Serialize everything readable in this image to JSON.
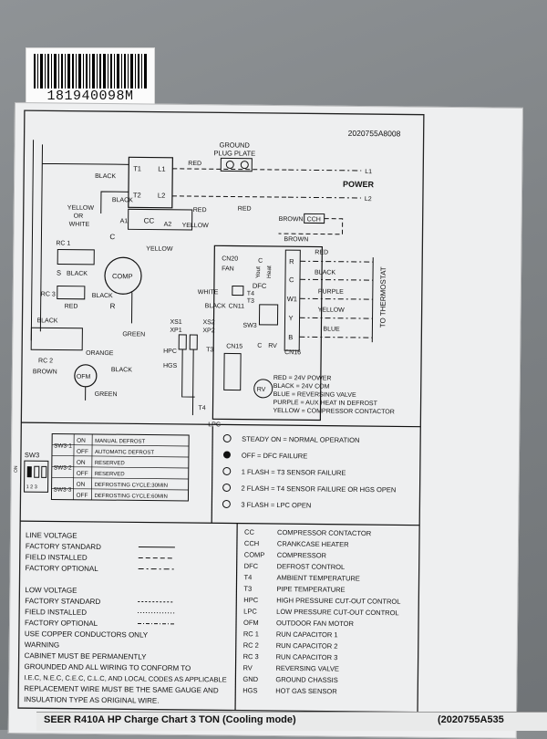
{
  "serial_number": "181940098M",
  "diagram_code": "2020755A8008",
  "ground_plate": [
    "GROUND",
    "PLUG PLATE"
  ],
  "power": {
    "title": "POWER",
    "l1": "L1",
    "l2": "L2"
  },
  "contactor": {
    "t1": "T1",
    "l1": "L1",
    "t2": "T2",
    "l2": "L2",
    "cc": "CC",
    "a1": "A1",
    "a2": "A2"
  },
  "wires": {
    "black": "BLACK",
    "red": "RED",
    "yellow": "YELLOW",
    "brown": "BROWN",
    "orange": "ORANGE",
    "green": "GREEN",
    "white": "WHITE",
    "blue": "BLUE",
    "purple": "PURPLE",
    "yellow_or_white": [
      "YELLOW",
      "OR",
      "WHITE"
    ]
  },
  "components": {
    "cch": "CCH",
    "comp": "COMP",
    "rc1": "RC 1",
    "rc2": "RC 2",
    "rc3": "RC 3",
    "ofm": "OFM",
    "dfc": "DFC",
    "cn20": "CN20",
    "fan": "FAN",
    "cn11": "CN11",
    "cn15": "CN15",
    "cn16": "CN16",
    "sw3": "SW3",
    "t4": "T4",
    "t3": "T3",
    "xs1": "XS1",
    "xp1": "XP1",
    "xs2": "XS2",
    "xp2": "XP2",
    "hpc": "HPC",
    "hgs": "HGS",
    "lpc": "LPC",
    "rv": "RV",
    "c": "C",
    "s": "S",
    "r": "R",
    "yout": "Yout",
    "heat": "Heat",
    "terminal_r": "R",
    "terminal_c": "C",
    "terminal_w1": "W1",
    "terminal_y": "Y",
    "terminal_b": "B",
    "c_rv": [
      "C",
      "RV"
    ]
  },
  "to_thermostat": "TO THERMOSTAT",
  "voltage_notes": [
    "RED = 24V POWER",
    "BLACK = 24V COM",
    "BLUE = REVERSING VALVE",
    "PURPLE = AUX HEAT IN DEFROST",
    "YELLOW = COMPRESSOR CONTACTOR"
  ],
  "switch_table": {
    "title": "SW3",
    "dip_numbers": "1 2 3",
    "on_label": "ON",
    "rows": [
      {
        "switch": "SW3-1",
        "position": "ON",
        "function": "MANUAL DEFROST"
      },
      {
        "switch": "",
        "position": "OFF",
        "function": "AUTOMATIC DEFROST"
      },
      {
        "switch": "SW3-2",
        "position": "ON",
        "function": "RESERVED"
      },
      {
        "switch": "",
        "position": "OFF",
        "function": "RESERVED"
      },
      {
        "switch": "SW3-3",
        "position": "ON",
        "function": "DEFROSTING CYCLE:30MIN"
      },
      {
        "switch": "",
        "position": "OFF",
        "function": "DEFROSTING CYCLE:60MIN"
      }
    ]
  },
  "status_legend": [
    "STEADY ON = NORMAL OPERATION",
    "OFF = DFC FAILURE",
    "1 FLASH = T3 SENSOR FAILURE",
    "2 FLASH = T4 SENSOR FAILURE OR HGS OPEN",
    "3 FLASH = LPC OPEN"
  ],
  "line_legend": [
    "LINE VOLTAGE",
    "FACTORY STANDARD",
    "FIELD INSTALLED",
    "FACTORY OPTIONAL",
    "LOW VOLTAGE",
    "FACTORY STANDARD",
    "FIELD INSTALLED",
    "FACTORY OPTIONAL"
  ],
  "warnings": [
    "USE COPPER CONDUCTORS ONLY",
    "WARNING",
    "CABINET MUST BE PERMANENTLY",
    "GROUNDED AND ALL WIRING TO CONFORM TO",
    "I.E.C, N.E.C, C.E.C, C.L.C, AND LOCAL CODES AS APPLICABLE",
    "REPLACEMENT WIRE MUST BE THE SAME GAUGE AND",
    "INSULATION TYPE AS ORIGINAL WIRE."
  ],
  "abbreviations": [
    {
      "code": "CC",
      "meaning": "COMPRESSOR CONTACTOR"
    },
    {
      "code": "CCH",
      "meaning": "CRANKCASE HEATER"
    },
    {
      "code": "COMP",
      "meaning": "COMPRESSOR"
    },
    {
      "code": "DFC",
      "meaning": "DEFROST CONTROL"
    },
    {
      "code": "T4",
      "meaning": "AMBIENT TEMPERATURE"
    },
    {
      "code": "T3",
      "meaning": "PIPE TEMPERATURE"
    },
    {
      "code": "HPC",
      "meaning": "HIGH PRESSURE CUT-OUT CONTROL"
    },
    {
      "code": "LPC",
      "meaning": "LOW PRESSURE CUT-OUT CONTROL"
    },
    {
      "code": "OFM",
      "meaning": "OUTDOOR FAN MOTOR"
    },
    {
      "code": "RC 1",
      "meaning": "RUN CAPACITOR 1"
    },
    {
      "code": "RC 2",
      "meaning": "RUN CAPACITOR 2"
    },
    {
      "code": "RC 3",
      "meaning": "RUN CAPACITOR 3"
    },
    {
      "code": "RV",
      "meaning": "REVERSING VALVE"
    },
    {
      "code": "GND",
      "meaning": "GROUND CHASSIS"
    },
    {
      "code": "HGS",
      "meaning": "HOT GAS SENSOR"
    }
  ],
  "bottom_chart": {
    "title": "SEER R410A HP Charge Chart 3 TON (Cooling mode)",
    "code": "(2020755A535"
  }
}
